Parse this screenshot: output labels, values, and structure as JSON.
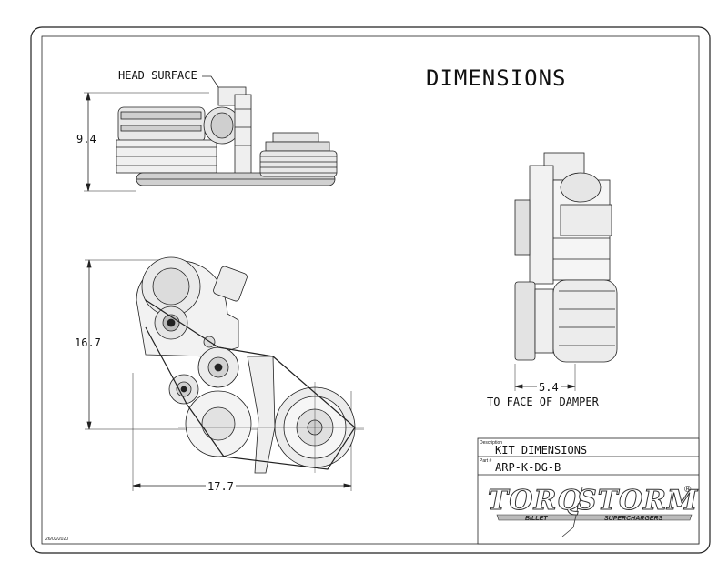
{
  "drawing": {
    "title": "DIMENSIONS",
    "callout_head_surface": "HEAD SURFACE",
    "dim_height": "9.4",
    "dim_front_height": "16.7",
    "dim_front_width": "17.7",
    "dim_side_depth": "5.4",
    "dim_side_note": "TO FACE OF DAMPER",
    "date": "26/03/2020"
  },
  "title_block": {
    "description_caption": "Description",
    "description": "KIT DIMENSIONS",
    "part_caption": "Part #",
    "part_number": "ARP-K-DG-B"
  },
  "logo": {
    "brand_word1": "TORQ",
    "brand_word2": "STORM",
    "tagline1": "BILLET",
    "tagline2": "SUPERCHARGERS",
    "registered": "®"
  }
}
